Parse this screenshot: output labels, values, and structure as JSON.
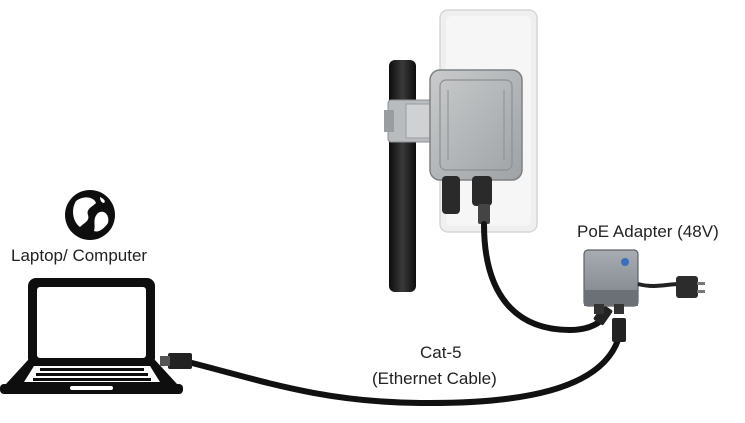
{
  "labels": {
    "laptop": "Laptop/ Computer",
    "poe_adapter": "PoE Adapter (48V)",
    "cable_name": "Cat-5",
    "cable_desc": "(Ethernet Cable)"
  },
  "icons": {
    "globe": "globe-icon",
    "laptop": "laptop-icon"
  },
  "colors": {
    "text": "#222222",
    "cable": "#111111",
    "panel": "#eeeeee",
    "pole": "#1a1a1a",
    "adapter": "#8e949b"
  }
}
